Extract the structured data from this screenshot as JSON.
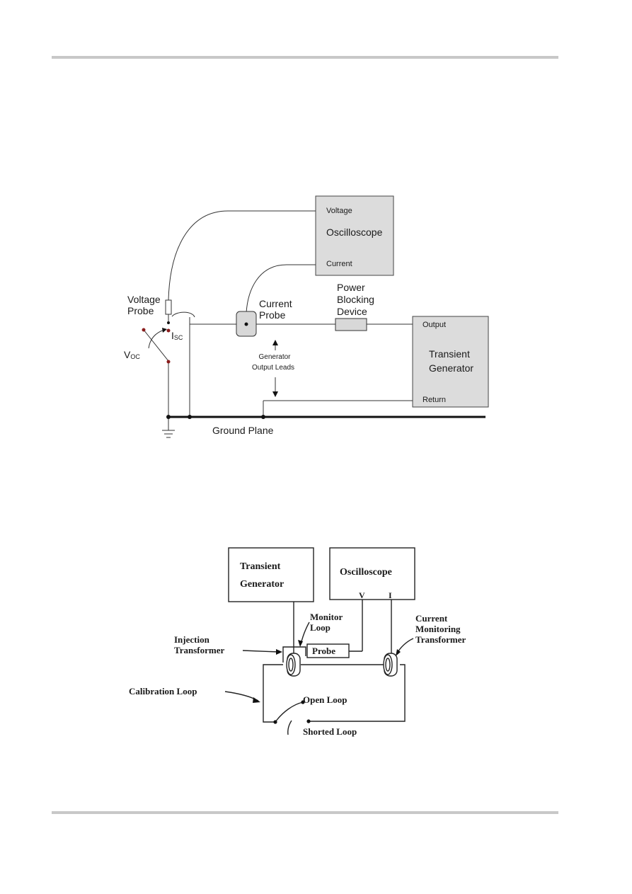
{
  "diagram1": {
    "oscilloscope": {
      "title": "Oscilloscope",
      "voltage": "Voltage",
      "current": "Current"
    },
    "voltage_probe": [
      "Voltage",
      "Probe"
    ],
    "current_probe": [
      "Current",
      "Probe"
    ],
    "power_blocking": [
      "Power",
      "Blocking",
      "Device"
    ],
    "generator": {
      "title": [
        "Transient",
        "Generator"
      ],
      "output": "Output",
      "return": "Return"
    },
    "leads": [
      "Generator",
      "Output Leads"
    ],
    "isc": {
      "main": "I",
      "sub": "SC"
    },
    "voc": {
      "main": "V",
      "sub": "OC"
    },
    "ground_plane": "Ground Plane"
  },
  "diagram2": {
    "generator": [
      "Transient",
      "Generator"
    ],
    "oscilloscope": "Oscilloscope",
    "osc_v": "V",
    "osc_i": "I",
    "monitor_loop": [
      "Monitor",
      "Loop"
    ],
    "injection_transformer": [
      "Injection",
      "Transformer"
    ],
    "probe": "Probe",
    "current_monitoring": [
      "Current",
      "Monitoring",
      "Transformer"
    ],
    "calibration_loop": "Calibration Loop",
    "open_loop": "Open Loop",
    "shorted_loop": "Shorted Loop"
  }
}
